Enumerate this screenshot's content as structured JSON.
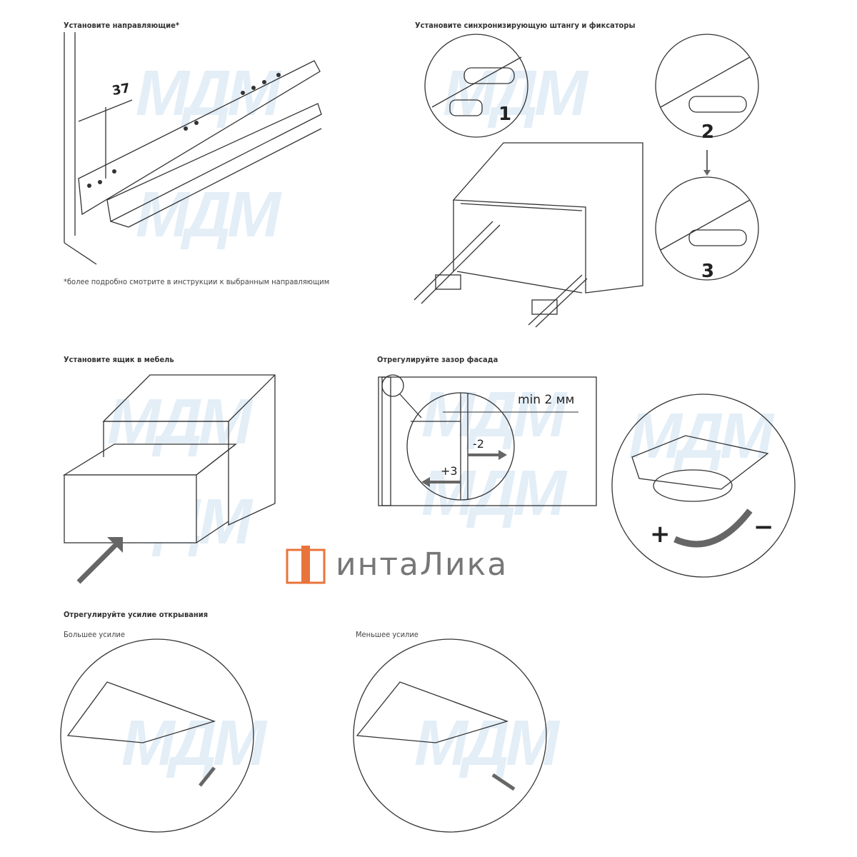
{
  "sections": {
    "rails": {
      "title": "Установите направляющие*",
      "dimension": "37",
      "footnote": "*более подробно смотрите в инструкции к выбранным направляющим"
    },
    "sync": {
      "title": "Установите синхронизирующую штангу и фиксаторы",
      "steps": [
        "1",
        "2",
        "3"
      ]
    },
    "drawer": {
      "title": "Установите ящик в мебель"
    },
    "gap": {
      "title": "Отрегулируйте зазор фасада",
      "min_gap": "min 2 мм",
      "minus": "-2",
      "plus": "+3",
      "dial_plus": "+",
      "dial_minus": "−"
    },
    "force": {
      "title": "Отрегулируйте усилие открывания",
      "more": "Большее усилие",
      "less": "Меньшее усилие"
    }
  },
  "watermark": "МДМ",
  "logo": {
    "text": "интаЛика",
    "color": "#e8743b"
  },
  "colors": {
    "line": "#333333",
    "arrow": "#666666",
    "watermark": "#d8e8f4"
  }
}
